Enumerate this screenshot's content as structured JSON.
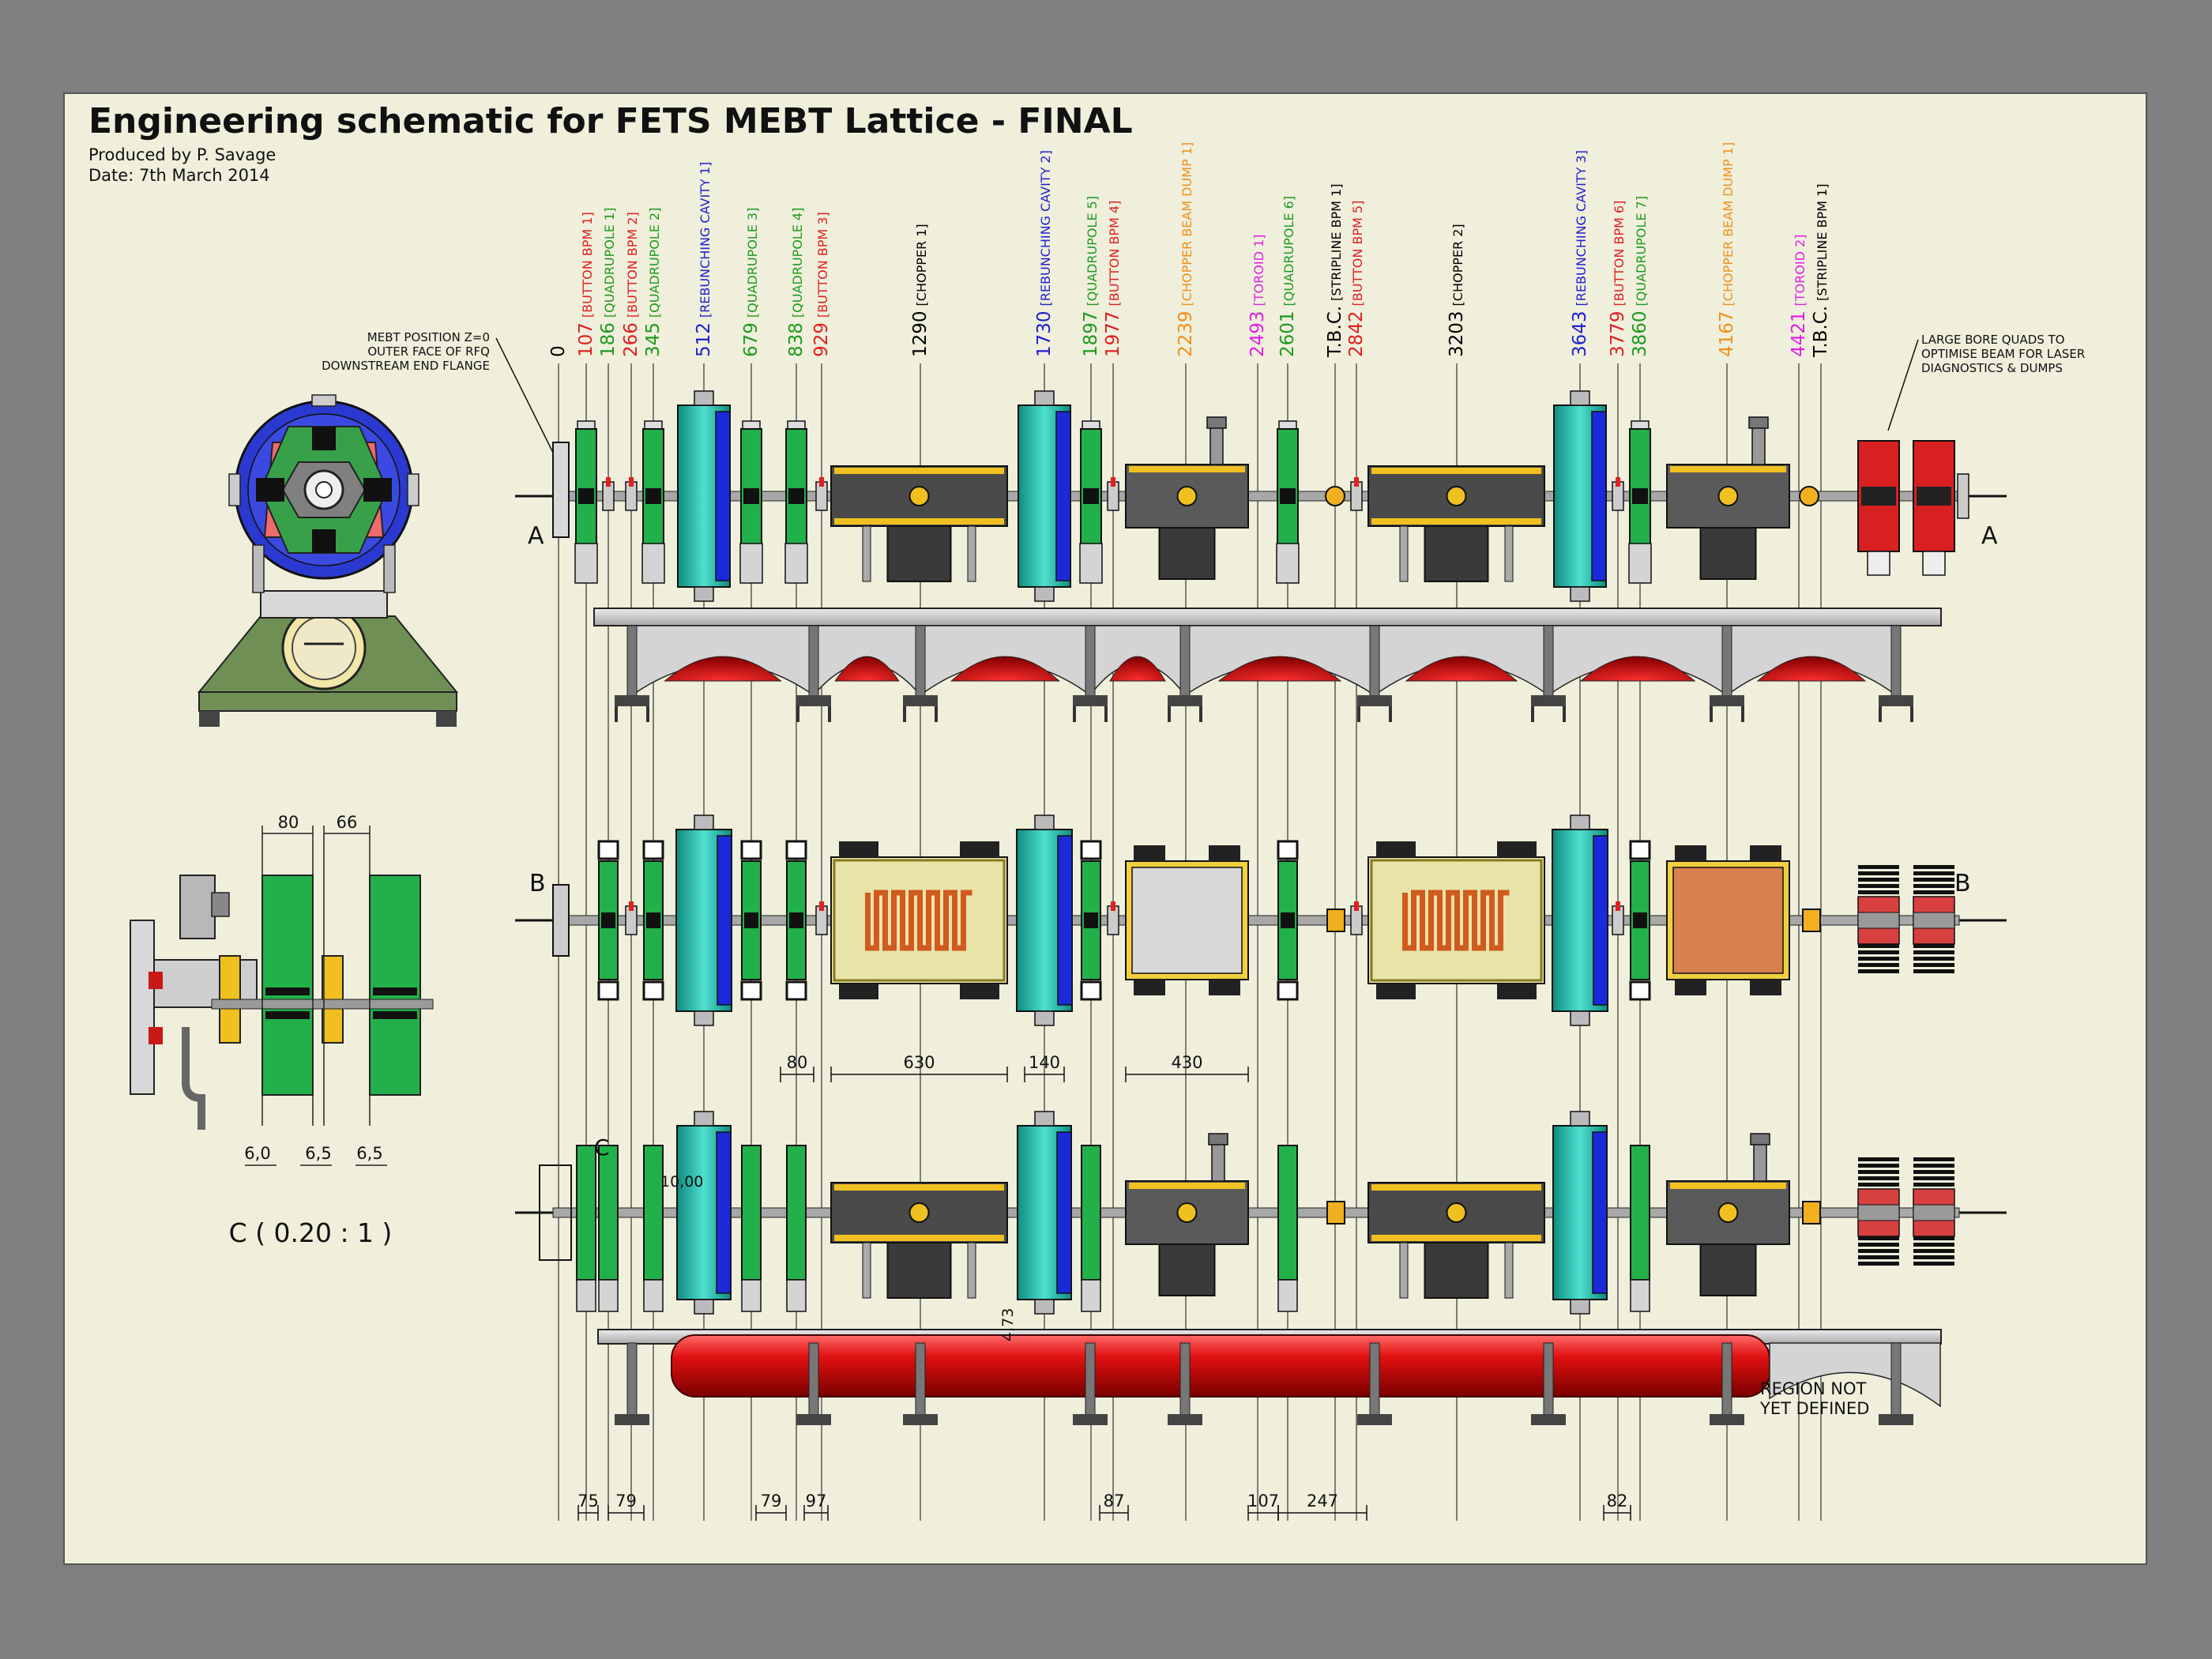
{
  "header": {
    "title": "Engineering schematic for FETS MEBT Lattice - FINAL",
    "author": "Produced by P. Savage",
    "date": "Date: 7th March 2014"
  },
  "notes": {
    "z0_lines": [
      "MEBT POSITION Z=0",
      "OUTER FACE OF RFQ",
      "DOWNSTREAM END FLANGE"
    ],
    "large_bore_lines": [
      "LARGE BORE QUADS TO",
      "OPTIMISE BEAM FOR LASER",
      "DIAGNOSTICS & DUMPS"
    ],
    "region_lines": [
      "REGION NOT",
      "YET DEFINED"
    ]
  },
  "section_labels": {
    "a_left": "A",
    "a_right": "A",
    "b_left": "B",
    "b_right": "B",
    "c": "C"
  },
  "detail": {
    "scale_label": "C  ( 0.20 : 1 )",
    "dim_top": [
      "80",
      "66"
    ],
    "dim_bottom": [
      "6,0",
      "6,5",
      "6,5"
    ]
  },
  "inline_dims": {
    "small1": "10,00",
    "small2": "4,73"
  },
  "elements": [
    {
      "pos": "0",
      "name": "",
      "color": "#000000"
    },
    {
      "pos": "107",
      "name": "[BUTTON BPM 1]",
      "color": "#e02020"
    },
    {
      "pos": "186",
      "name": "[QUADRUPOLE 1]",
      "color": "#1f9a1f"
    },
    {
      "pos": "266",
      "name": "[BUTTON BPM 2]",
      "color": "#e02020"
    },
    {
      "pos": "345",
      "name": "[QUADRUPOLE 2]",
      "color": "#1f9a1f"
    },
    {
      "pos": "512",
      "name": "[REBUNCHING CAVITY 1]",
      "color": "#2020d0"
    },
    {
      "pos": "679",
      "name": "[QUADRUPOLE 3]",
      "color": "#1f9a1f"
    },
    {
      "pos": "838",
      "name": "[QUADRUPOLE 4]",
      "color": "#1f9a1f"
    },
    {
      "pos": "929",
      "name": "[BUTTON BPM 3]",
      "color": "#e02020"
    },
    {
      "pos": "1290",
      "name": "[CHOPPER 1]",
      "color": "#000000"
    },
    {
      "pos": "1730",
      "name": "[REBUNCHING CAVITY 2]",
      "color": "#2020d0"
    },
    {
      "pos": "1897",
      "name": "[QUADRUPOLE 5]",
      "color": "#1f9a1f"
    },
    {
      "pos": "1977",
      "name": "[BUTTON BPM 4]",
      "color": "#e02020"
    },
    {
      "pos": "2239",
      "name": "[CHOPPER BEAM DUMP 1]",
      "color": "#f0901a"
    },
    {
      "pos": "2493",
      "name": "[TOROID 1]",
      "color": "#e020e0"
    },
    {
      "pos": "2601",
      "name": "[QUADRUPOLE 6]",
      "color": "#1f9a1f"
    },
    {
      "pos": "T.B.C.",
      "name": "[STRIPLINE BPM 1]",
      "color": "#000000"
    },
    {
      "pos": "2842",
      "name": "[BUTTON BPM 5]",
      "color": "#e02020"
    },
    {
      "pos": "3203",
      "name": "[CHOPPER 2]",
      "color": "#000000"
    },
    {
      "pos": "3643",
      "name": "[REBUNCHING CAVITY 3]",
      "color": "#2020d0"
    },
    {
      "pos": "3779",
      "name": "[BUTTON BPM 6]",
      "color": "#e02020"
    },
    {
      "pos": "3860",
      "name": "[QUADRUPOLE 7]",
      "color": "#1f9a1f"
    },
    {
      "pos": "4167",
      "name": "[CHOPPER BEAM DUMP 1]",
      "color": "#f0901a"
    },
    {
      "pos": "4421",
      "name": "[TOROID 2]",
      "color": "#e020e0"
    },
    {
      "pos": "T.B.C.",
      "name": "[STRIPLINE BPM 1]",
      "color": "#000000"
    }
  ],
  "top_dims": [
    "80",
    "630",
    "140",
    "430"
  ],
  "bottom_dims": [
    "75",
    "79",
    "79",
    "97",
    "87",
    "107",
    "247",
    "82"
  ],
  "colors": {
    "quad": "#22b04a",
    "cavity": "#1fc4b0",
    "cavity_dark": "#1a2ad8",
    "bpm": "#e02020",
    "chopper": "#e6e2a0",
    "girder": "#c8c8c8",
    "pipe": "#c81818",
    "base": "#6f8f55"
  }
}
